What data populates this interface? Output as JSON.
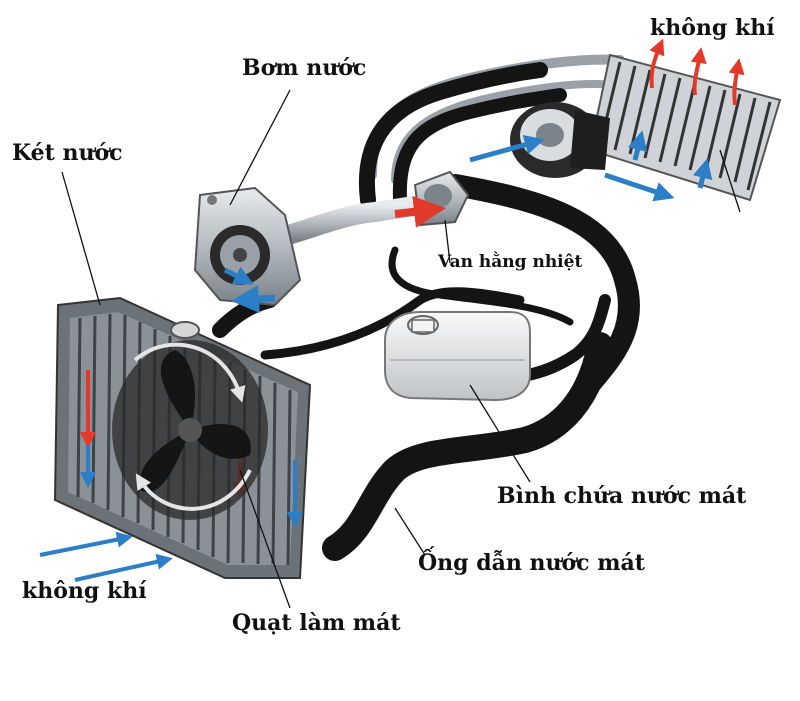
{
  "labels": {
    "water_pump": "Bơm nước",
    "radiator": "Két nước",
    "air_top": "không khí",
    "thermostat": "Van hằng nhiệt",
    "coolant_reservoir": "Bình chứa nước mát",
    "coolant_hose": "Ống dẫn nước mát",
    "air_bottom": "không khí",
    "cooling_fan": "Quạt làm mát"
  },
  "colors": {
    "hose": "#141414",
    "metal": "#b9bec4",
    "metal_dark": "#6f767d",
    "hot_arrow": "#e23a2a",
    "cold_arrow": "#2c7fc7"
  }
}
